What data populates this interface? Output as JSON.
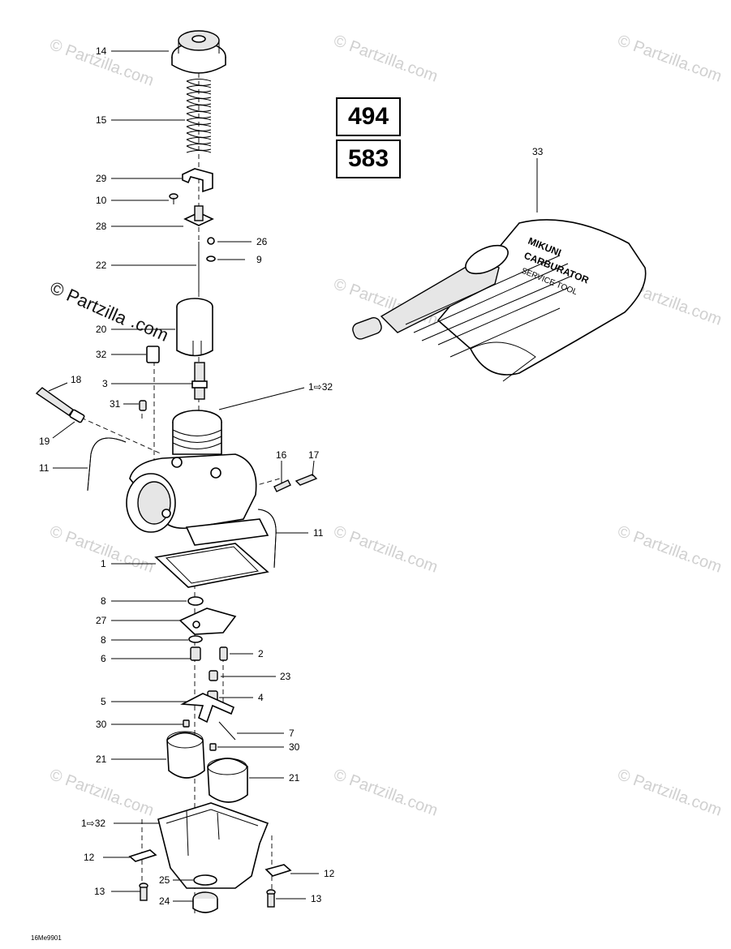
{
  "models": [
    "494",
    "583"
  ],
  "drawing_code": "16Me9901",
  "watermark": {
    "text": "© Partzilla.com",
    "prominent_text_line1": "© Partzilla",
    "prominent_text_line2": ".com"
  },
  "callouts": [
    {
      "id": "c14",
      "label": "14"
    },
    {
      "id": "c15",
      "label": "15"
    },
    {
      "id": "c29",
      "label": "29"
    },
    {
      "id": "c10",
      "label": "10"
    },
    {
      "id": "c28",
      "label": "28"
    },
    {
      "id": "c26",
      "label": "26"
    },
    {
      "id": "c9",
      "label": "9"
    },
    {
      "id": "c22",
      "label": "22"
    },
    {
      "id": "c20",
      "label": "20"
    },
    {
      "id": "c32",
      "label": "32"
    },
    {
      "id": "c3",
      "label": "3"
    },
    {
      "id": "c1to32a",
      "label": "1⇨32"
    },
    {
      "id": "c18",
      "label": "18"
    },
    {
      "id": "c31",
      "label": "31"
    },
    {
      "id": "c19",
      "label": "19"
    },
    {
      "id": "c11a",
      "label": "11"
    },
    {
      "id": "c16",
      "label": "16"
    },
    {
      "id": "c17",
      "label": "17"
    },
    {
      "id": "c11b",
      "label": "11"
    },
    {
      "id": "c1",
      "label": "1"
    },
    {
      "id": "c8a",
      "label": "8"
    },
    {
      "id": "c27",
      "label": "27"
    },
    {
      "id": "c8b",
      "label": "8"
    },
    {
      "id": "c6",
      "label": "6"
    },
    {
      "id": "c2",
      "label": "2"
    },
    {
      "id": "c23",
      "label": "23"
    },
    {
      "id": "c5",
      "label": "5"
    },
    {
      "id": "c4",
      "label": "4"
    },
    {
      "id": "c30a",
      "label": "30"
    },
    {
      "id": "c7",
      "label": "7"
    },
    {
      "id": "c30b",
      "label": "30"
    },
    {
      "id": "c21a",
      "label": "21"
    },
    {
      "id": "c21b",
      "label": "21"
    },
    {
      "id": "c1to32b",
      "label": "1⇨32"
    },
    {
      "id": "c12a",
      "label": "12"
    },
    {
      "id": "c12b",
      "label": "12"
    },
    {
      "id": "c25",
      "label": "25"
    },
    {
      "id": "c13a",
      "label": "13"
    },
    {
      "id": "c24",
      "label": "24"
    },
    {
      "id": "c13b",
      "label": "13"
    },
    {
      "id": "c33",
      "label": "33"
    }
  ],
  "tool_kit_label": {
    "line1": "MIKUNI",
    "line2": "CARBURATOR",
    "line3": "SERVICE TOOL"
  }
}
